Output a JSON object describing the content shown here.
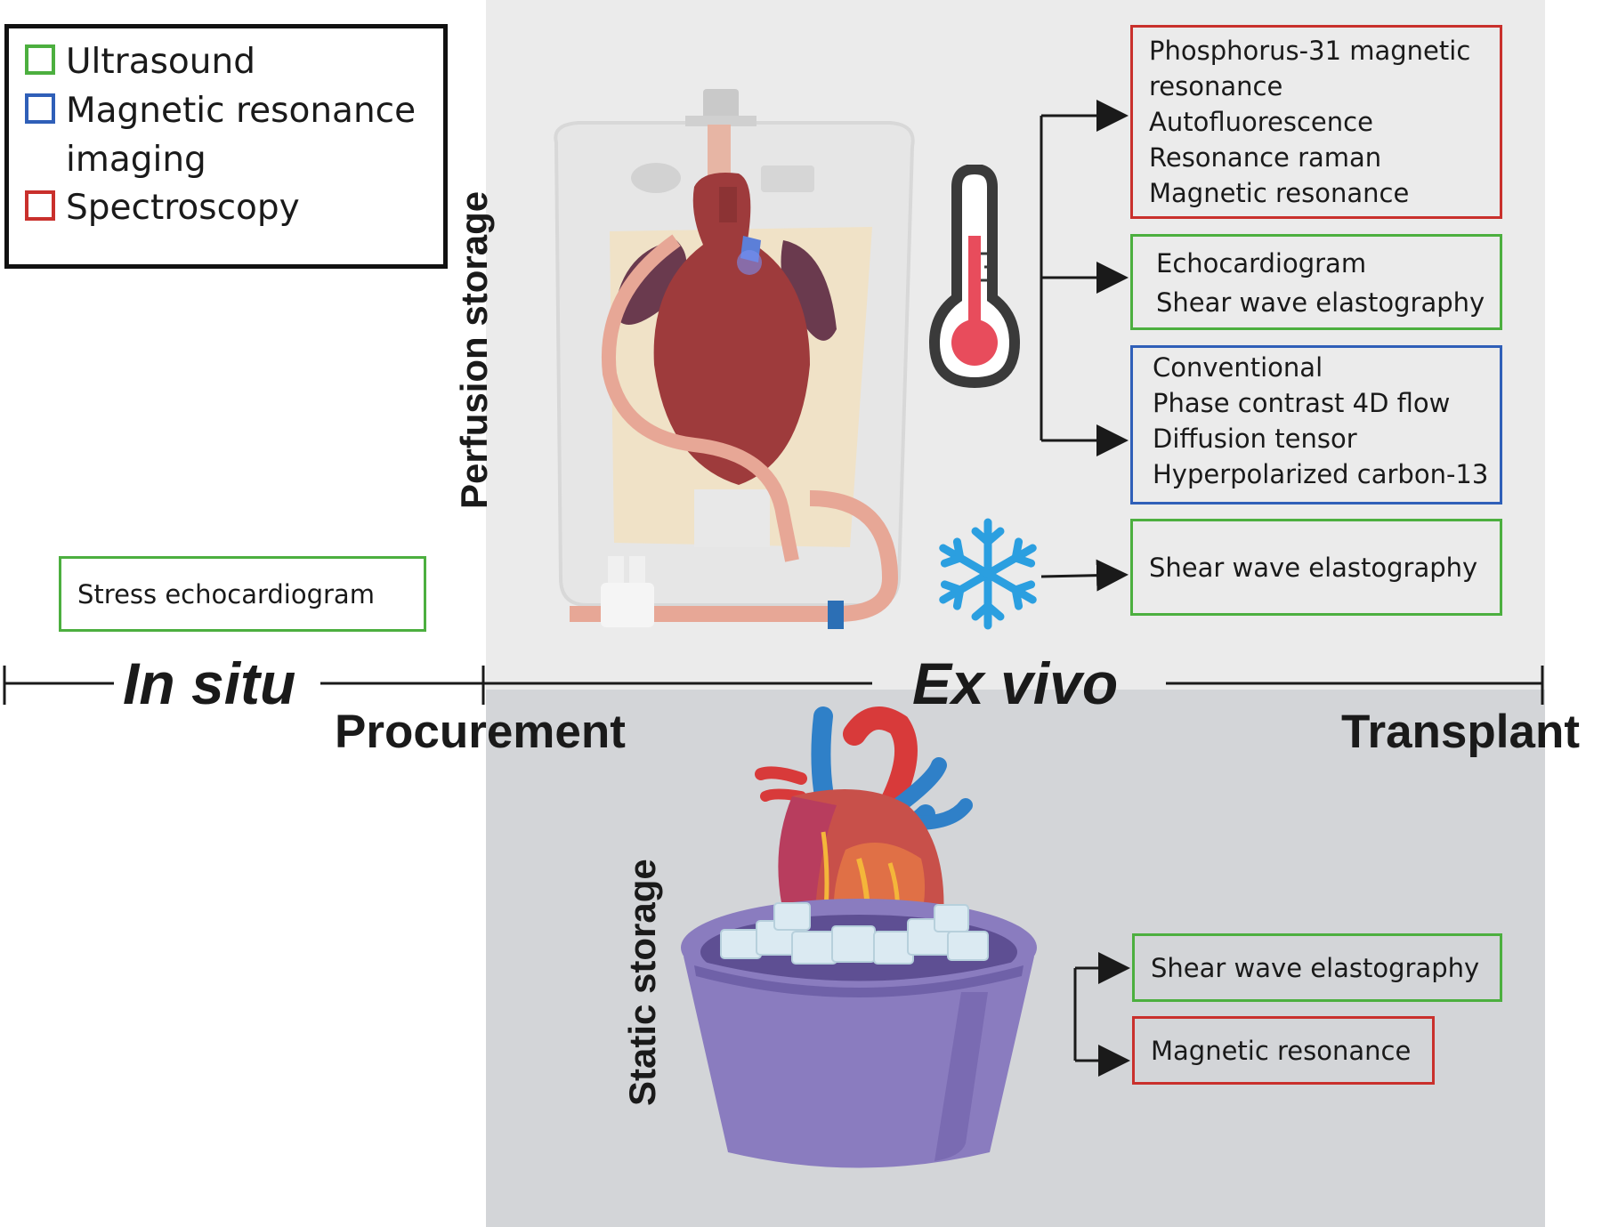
{
  "legend": {
    "items": [
      {
        "label": "Ultrasound",
        "color": "#4caf3f"
      },
      {
        "label": "Magnetic resonance imaging",
        "color": "#2f5fb8"
      },
      {
        "label": "Spectroscopy",
        "color": "#c9302c"
      }
    ]
  },
  "timeline": {
    "in_situ": "In situ",
    "ex_vivo": "Ex vivo",
    "procurement": "Procurement",
    "transplant": "Transplant"
  },
  "in_situ_method": {
    "label": "Stress echocardiogram",
    "category": "Ultrasound"
  },
  "perfusion": {
    "label": "Perfusion storage",
    "normothermic_groups": [
      {
        "category": "Spectroscopy",
        "items": [
          "Phosphorus-31 magnetic",
          "resonance",
          "Autofluorescence",
          "Resonance raman",
          "Magnetic resonance"
        ]
      },
      {
        "category": "Ultrasound",
        "items": [
          "Echocardiogram",
          "Shear wave elastography"
        ]
      },
      {
        "category": "Magnetic resonance imaging",
        "items": [
          "Conventional",
          "Phase contrast 4D flow",
          "Diffusion tensor",
          "Hyperpolarized carbon-13"
        ]
      }
    ],
    "hypothermic_group": {
      "category": "Ultrasound",
      "items": [
        "Shear wave elastography"
      ]
    }
  },
  "static": {
    "label": "Static storage",
    "groups": [
      {
        "category": "Ultrasound",
        "items": [
          "Shear wave elastography"
        ]
      },
      {
        "category": "Spectroscopy",
        "items": [
          "Magnetic resonance"
        ]
      }
    ]
  },
  "icons": {
    "thermometer": "thermometer-icon",
    "snowflake": "snowflake-icon",
    "perfusion_device": "organ-perfusion-device-illustration",
    "ice_bucket_heart": "heart-in-ice-bucket-illustration"
  },
  "colors": {
    "ultrasound": "#4caf3f",
    "mri": "#2f5fb8",
    "spectroscopy": "#c9302c",
    "snowflake": "#2b9fe0",
    "thermometer_fill": "#e84c5c"
  }
}
